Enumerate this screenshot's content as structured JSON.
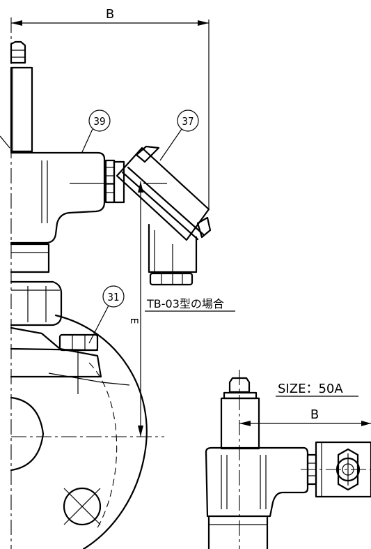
{
  "callouts": {
    "c39": "39",
    "c37": "37",
    "c31": "31"
  },
  "dimensions": {
    "b_top": "B",
    "e_vertical": "E",
    "b_detail": "B"
  },
  "notes": {
    "tb03": "TB-03型の場合",
    "size": "SIZE：50A"
  }
}
